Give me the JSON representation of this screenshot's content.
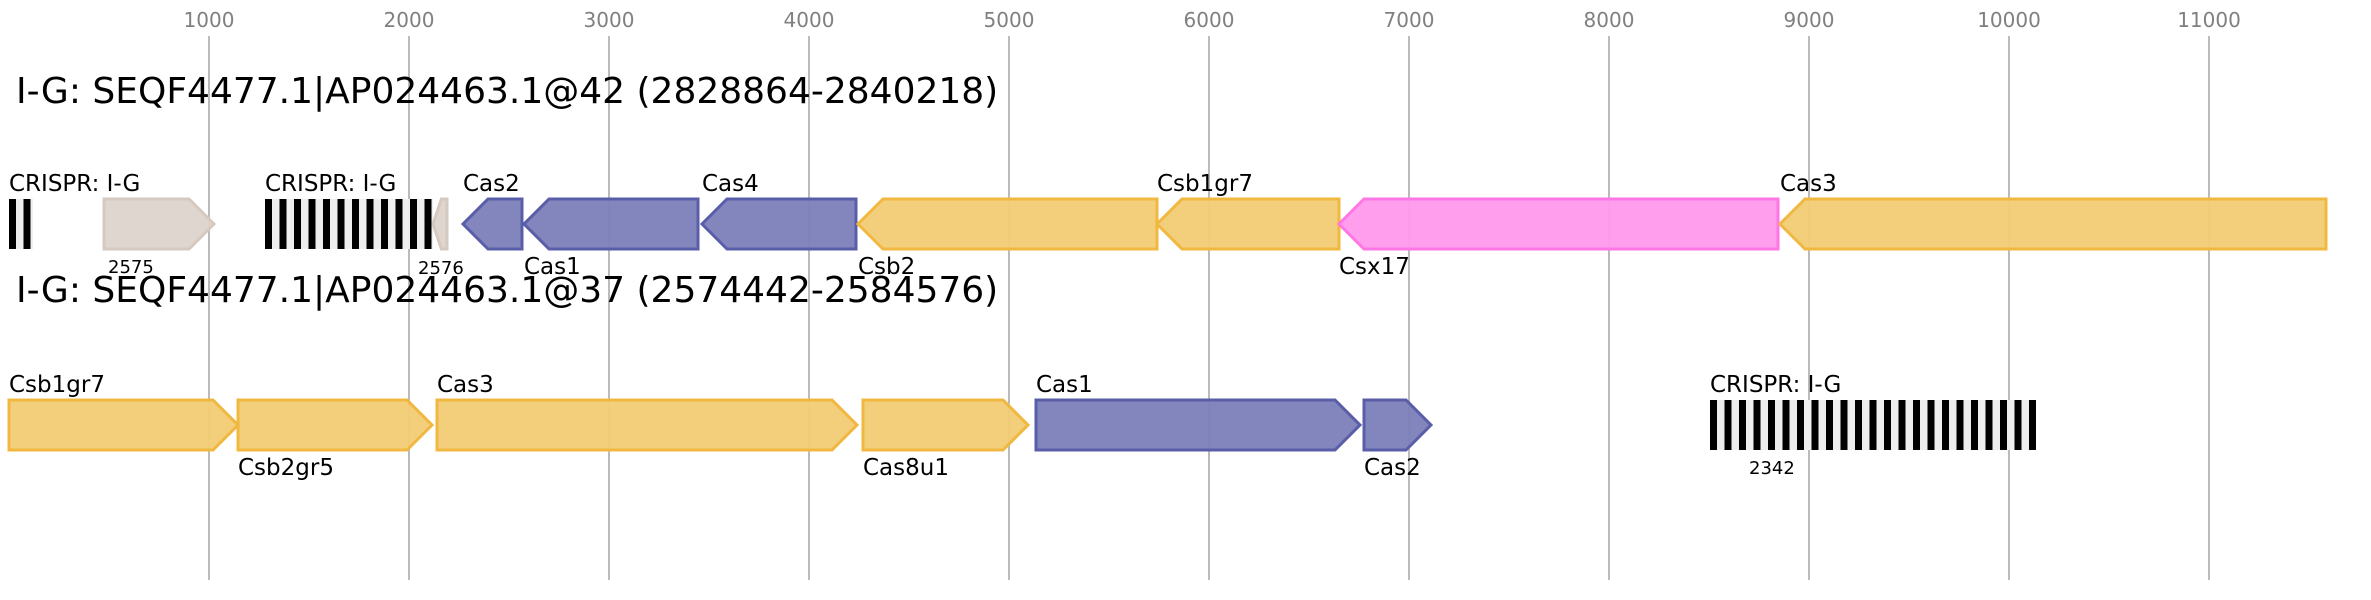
{
  "axis": {
    "ticks": [
      1000,
      2000,
      3000,
      4000,
      5000,
      6000,
      7000,
      8000,
      9000,
      10000,
      11000
    ]
  },
  "colors": {
    "yellow": {
      "fill": "#f2cc75",
      "stroke": "#f0b840"
    },
    "purple": {
      "fill": "#7b7fb8",
      "stroke": "#5a5ea8"
    },
    "pink": {
      "fill": "#ff99ec",
      "stroke": "#ff77e6"
    },
    "gray": {
      "fill": "#ddd4ce",
      "stroke": "#d5c9c0"
    }
  },
  "tracks": [
    {
      "title": "I-G: SEQF4477.1|AP024463.1@42 (2828864-2840218)",
      "features": [
        {
          "type": "crispr",
          "start": 0,
          "end": 120,
          "label": "CRISPR: I-G",
          "pos": "above"
        },
        {
          "type": "gene",
          "start": 475,
          "end": 1025,
          "strand": 1,
          "color": "gray",
          "label": "2575",
          "pos": "above-small"
        },
        {
          "type": "crispr",
          "start": 1280,
          "end": 2120,
          "label": "CRISPR: I-G",
          "pos": "above"
        },
        {
          "type": "gene",
          "start": 2120,
          "end": 2190,
          "strand": -1,
          "color": "gray",
          "label": "2576",
          "pos": "below-small"
        },
        {
          "type": "gene",
          "start": 2270,
          "end": 2565,
          "strand": -1,
          "color": "purple",
          "label": "Cas2",
          "pos": "above"
        },
        {
          "type": "gene",
          "start": 2575,
          "end": 3445,
          "strand": -1,
          "color": "purple",
          "label": "Cas1",
          "pos": "below"
        },
        {
          "type": "gene",
          "start": 3465,
          "end": 4235,
          "strand": -1,
          "color": "purple",
          "label": "Cas4",
          "pos": "above"
        },
        {
          "type": "gene",
          "start": 4245,
          "end": 5740,
          "strand": -1,
          "color": "yellow",
          "label": "Csb2",
          "pos": "below"
        },
        {
          "type": "gene",
          "start": 5740,
          "end": 6650,
          "strand": -1,
          "color": "yellow",
          "label": "Csb1gr7",
          "pos": "above"
        },
        {
          "type": "gene",
          "start": 6650,
          "end": 8845,
          "strand": -1,
          "color": "pink",
          "label": "Csx17",
          "pos": "below"
        },
        {
          "type": "gene",
          "start": 8855,
          "end": 11585,
          "strand": -1,
          "color": "yellow",
          "label": "Cas3",
          "pos": "above"
        }
      ]
    },
    {
      "title": "I-G: SEQF4477.1|AP024463.1@37 (2574442-2584576)",
      "features": [
        {
          "type": "gene",
          "start": 0,
          "end": 1145,
          "strand": 1,
          "color": "yellow",
          "label": "Csb1gr7",
          "pos": "above"
        },
        {
          "type": "gene",
          "start": 1145,
          "end": 2115,
          "strand": 1,
          "color": "yellow",
          "label": "Csb2gr5",
          "pos": "below"
        },
        {
          "type": "gene",
          "start": 2140,
          "end": 4240,
          "strand": 1,
          "color": "yellow",
          "label": "Cas3",
          "pos": "above"
        },
        {
          "type": "gene",
          "start": 4270,
          "end": 5095,
          "strand": 1,
          "color": "yellow",
          "label": "Cas8u1",
          "pos": "below"
        },
        {
          "type": "gene",
          "start": 5135,
          "end": 6755,
          "strand": 1,
          "color": "purple",
          "label": "Cas1",
          "pos": "above"
        },
        {
          "type": "gene",
          "start": 6775,
          "end": 7110,
          "strand": 1,
          "color": "purple",
          "label": "Cas2",
          "pos": "below"
        },
        {
          "type": "crispr",
          "start": 8505,
          "end": 10135,
          "label": "CRISPR: I-G",
          "pos": "above"
        },
        {
          "type": "crispr-tag",
          "start": 8700,
          "end": 8700,
          "label": "2342",
          "pos": "above-small"
        }
      ]
    }
  ]
}
